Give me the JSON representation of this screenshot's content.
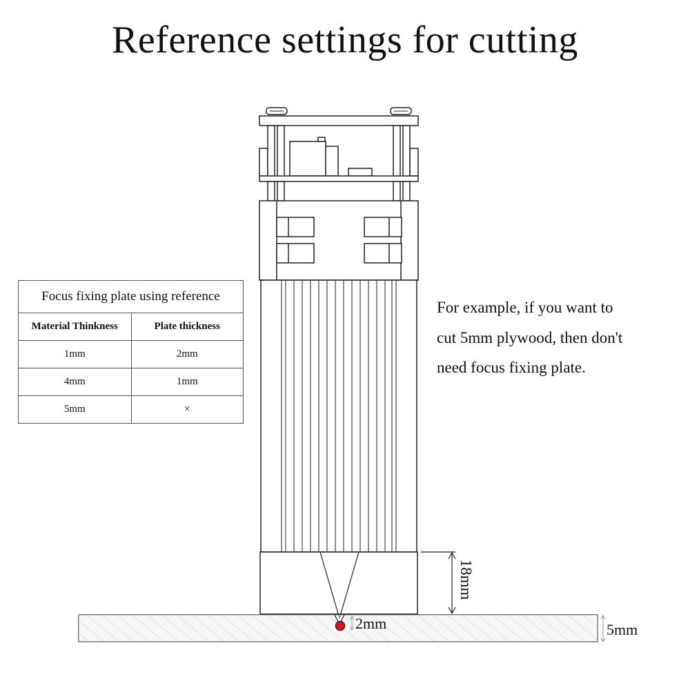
{
  "title": "Reference settings for cutting",
  "table": {
    "caption": "Focus fixing plate using reference",
    "headers": [
      "Material Thinkness",
      "Plate thickness"
    ],
    "rows": [
      [
        "1mm",
        "2mm"
      ],
      [
        "4mm",
        "1mm"
      ],
      [
        "5mm",
        "×"
      ]
    ]
  },
  "note": {
    "lines": [
      "For example, if you want to",
      "cut 5mm plywood, then don't",
      "need focus fixing plate."
    ]
  },
  "dimensions": {
    "nozzle_height": "18mm",
    "focus_depth": "2mm",
    "material_thickness": "5mm"
  },
  "colors": {
    "laser_dot": "#e0141e",
    "material_fill": "#eeeeee",
    "line": "#222222"
  }
}
